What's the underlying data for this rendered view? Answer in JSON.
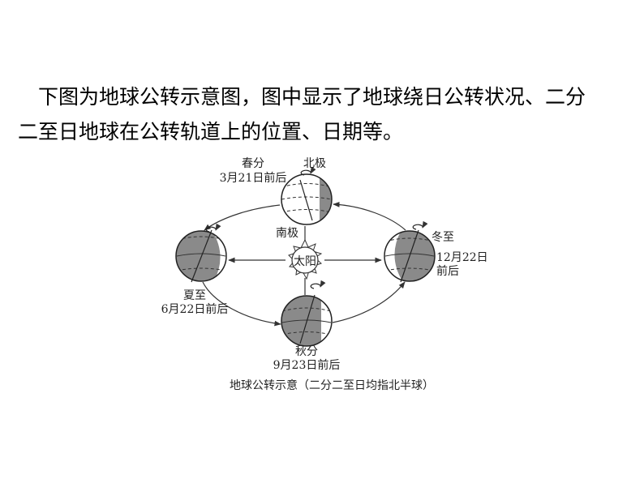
{
  "intro": {
    "line1": "下图为地球公转示意图，图中显示了地球绕日公转状况、二分",
    "line2": "二至日地球在公转轨道上的位置、日期等。"
  },
  "diagram": {
    "sun_label": "太阳",
    "north_pole": "北极",
    "south_pole": "南极",
    "spring": {
      "name": "春分",
      "date": "3月21日前后"
    },
    "summer": {
      "name": "夏至",
      "date": "6月22日前后"
    },
    "autumn": {
      "name": "秋分",
      "date": "9月23日前后"
    },
    "winter": {
      "name": "冬至",
      "date1": "12月22日",
      "date2": "前后"
    },
    "caption": "地球公转示意（二分二至日均指北半球）"
  }
}
